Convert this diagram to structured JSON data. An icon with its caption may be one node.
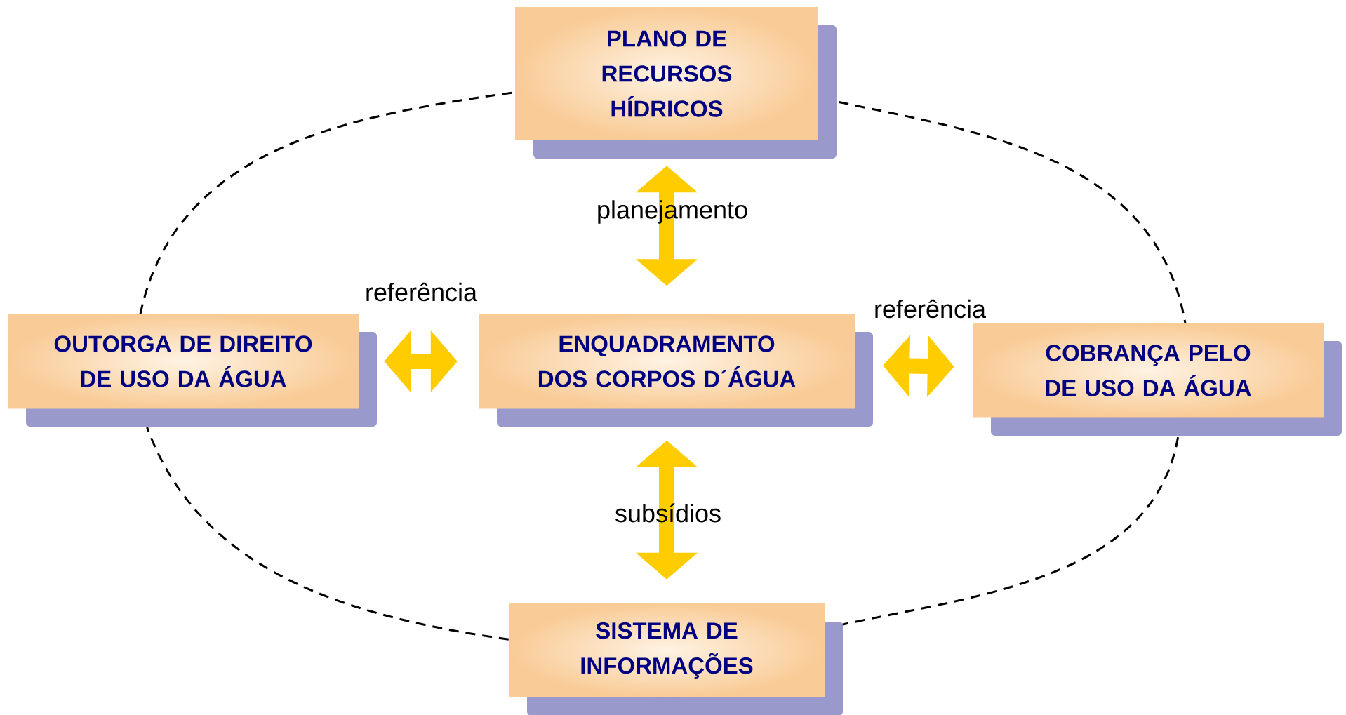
{
  "diagram": {
    "nodes": [
      {
        "text": [
          "PLANO DE RECURSOS HÍDRICOS"
        ]
      },
      {
        "text": [
          "OUTORGA DE DIREITO DE USO DA ÁGUA"
        ]
      },
      {
        "text": [
          "ENQUADRAMENTO DOS CORPOS D´ÁGUA"
        ]
      },
      {
        "text": [
          "COBRANÇA PELO DE USO DA ÁGUA"
        ]
      },
      {
        "text": [
          "SISTEMA DE INFORMAÇÕES"
        ]
      }
    ],
    "edges": [
      {
        "from": 0,
        "to": 2,
        "arrow": "both",
        "label": "planejamento",
        "style": "thick",
        "color": "#ffcc00"
      },
      {
        "from": 1,
        "to": 2,
        "arrow": "both",
        "label": "referência",
        "style": "thick",
        "color": "#ffcc00"
      },
      {
        "from": 2,
        "to": 3,
        "arrow": "both",
        "label": "referência",
        "style": "thick",
        "color": "#ffcc00"
      },
      {
        "from": 2,
        "to": 4,
        "arrow": "both",
        "label": "subsídios",
        "style": "thick",
        "color": "#ffcc00"
      },
      {
        "from": 0,
        "to": 3,
        "arrow": "none",
        "style": "dashed",
        "color": "#000000"
      },
      {
        "from": 3,
        "to": 4,
        "arrow": "none",
        "style": "dashed",
        "color": "#000000"
      },
      {
        "from": 4,
        "to": 1,
        "arrow": "none",
        "style": "dashed",
        "color": "#000000"
      },
      {
        "from": 1,
        "to": 0,
        "arrow": "none",
        "style": "dashed",
        "color": "#000000"
      }
    ]
  }
}
